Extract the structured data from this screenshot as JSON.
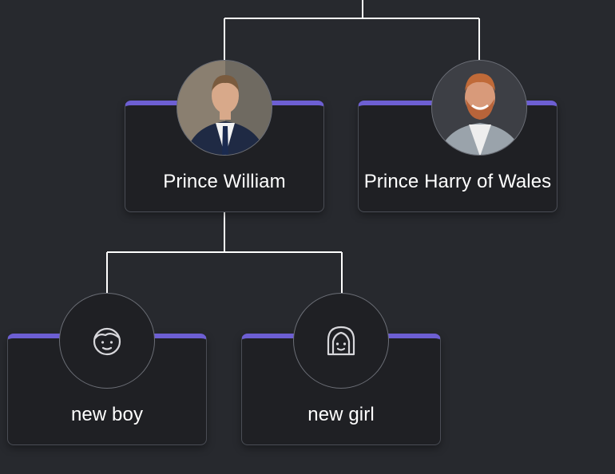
{
  "tree": {
    "parents": [
      {
        "id": "william",
        "name": "Prince William",
        "avatar": "portrait-photo-icon"
      },
      {
        "id": "harry",
        "name": "Prince Harry of Wales",
        "avatar": "portrait-photo-icon"
      }
    ],
    "children": [
      {
        "id": "boy",
        "name": "new boy",
        "avatar": "boy-face-icon"
      },
      {
        "id": "girl",
        "name": "new girl",
        "avatar": "girl-face-icon"
      }
    ]
  },
  "colors": {
    "background": "#27292e",
    "card": "#1f2024",
    "accent": "#6d5fd3",
    "connector": "#ffffff",
    "text": "#ffffff"
  }
}
